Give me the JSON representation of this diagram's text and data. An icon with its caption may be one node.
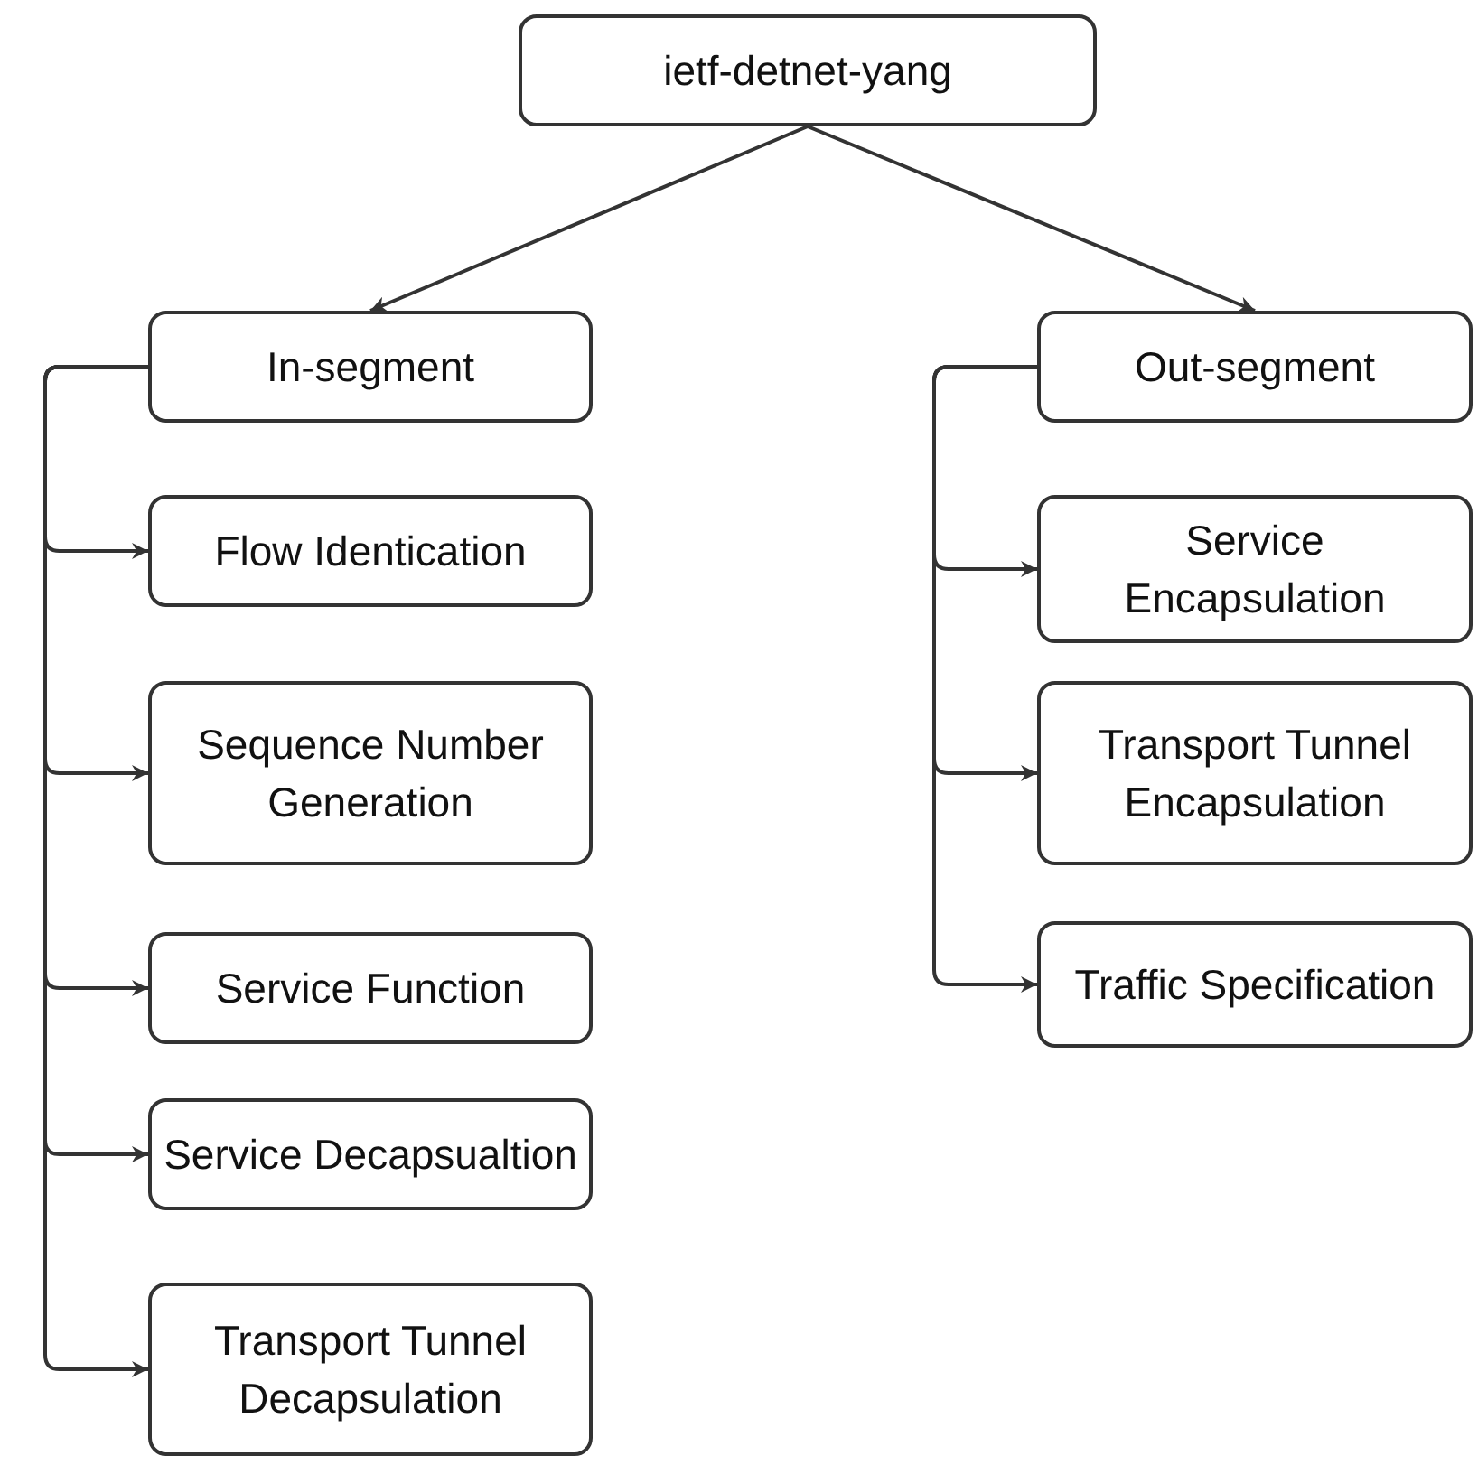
{
  "diagram": {
    "nodes": [
      {
        "text": [
          "ietf-detnet-yang"
        ]
      },
      {
        "text": [
          "In-segment"
        ]
      },
      {
        "text": [
          "Out-segment"
        ]
      },
      {
        "text": [
          "Flow Identication"
        ]
      },
      {
        "text": [
          "Sequence Number Generation"
        ]
      },
      {
        "text": [
          "Service Function"
        ]
      },
      {
        "text": [
          "Service Decapsualtion"
        ]
      },
      {
        "text": [
          "Transport Tunnel Decapsulation"
        ]
      },
      {
        "text": [
          "Service Encapsulation"
        ]
      },
      {
        "text": [
          "Transport Tunnel Encapsulation"
        ]
      },
      {
        "text": [
          "Traffic Specification"
        ]
      }
    ],
    "edges": [
      {
        "from": 0,
        "to": 1,
        "arrow": "to"
      },
      {
        "from": 0,
        "to": 2,
        "arrow": "to"
      },
      {
        "from": 1,
        "to": 3,
        "arrow": "to"
      },
      {
        "from": 1,
        "to": 4,
        "arrow": "to"
      },
      {
        "from": 1,
        "to": 5,
        "arrow": "to"
      },
      {
        "from": 1,
        "to": 6,
        "arrow": "to"
      },
      {
        "from": 1,
        "to": 7,
        "arrow": "to"
      },
      {
        "from": 2,
        "to": 8,
        "arrow": "to"
      },
      {
        "from": 2,
        "to": 9,
        "arrow": "to"
      },
      {
        "from": 2,
        "to": 10,
        "arrow": "to"
      }
    ]
  }
}
